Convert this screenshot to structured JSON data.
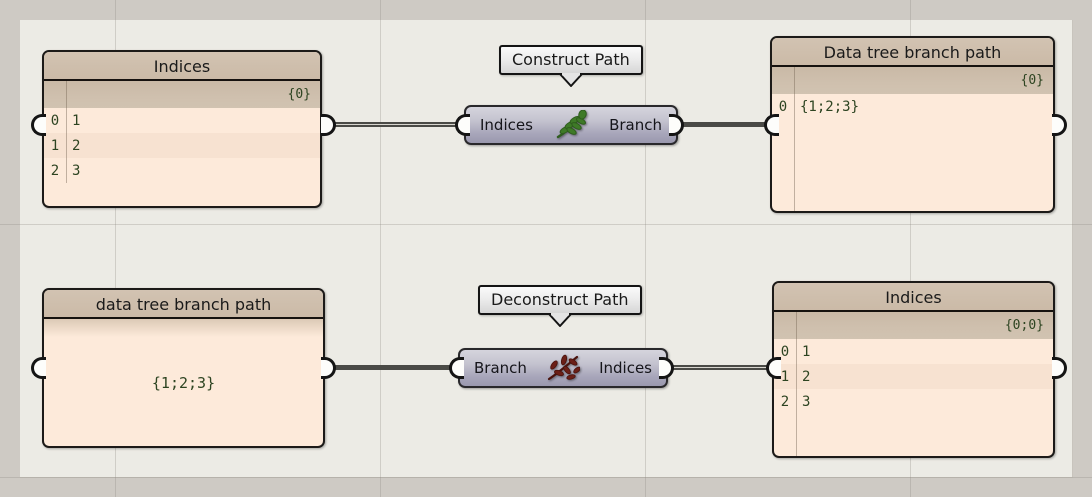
{
  "canvas": {
    "app": "grasshopper-node-canvas",
    "background_outer": "#cecac4",
    "background_inner": "#ecebe5",
    "grid_color": "#8c8880"
  },
  "callouts": [
    {
      "name": "construct-path",
      "label": "Construct Path"
    },
    {
      "name": "deconstruct-path",
      "label": "Deconstruct Path"
    }
  ],
  "components": [
    {
      "name": "construct-path",
      "input_label": "Indices",
      "output_label": "Branch",
      "icon": "green-branch-icon",
      "icon_color": "#2f5d1e"
    },
    {
      "name": "deconstruct-path",
      "input_label": "Branch",
      "output_label": "Indices",
      "icon": "red-scattered-leaves-icon",
      "icon_color": "#6b1f17"
    }
  ],
  "panels": [
    {
      "name": "indices-input-panel",
      "title": "Indices",
      "layout": "table",
      "path": "{0}",
      "rows": [
        {
          "index": "0",
          "value": "1"
        },
        {
          "index": "1",
          "value": "2"
        },
        {
          "index": "2",
          "value": "3"
        }
      ]
    },
    {
      "name": "data-tree-branch-path-output-panel",
      "title": "Data tree branch path",
      "layout": "table",
      "path": "{0}",
      "rows": [
        {
          "index": "0",
          "value": "{1;2;3}"
        }
      ]
    },
    {
      "name": "data-tree-branch-path-input-panel",
      "title": "data tree branch path",
      "layout": "centered",
      "text": "{1;2;3}"
    },
    {
      "name": "indices-output-panel",
      "title": "Indices",
      "layout": "table",
      "path": "{0;0}",
      "rows": [
        {
          "index": "0",
          "value": "1"
        },
        {
          "index": "1",
          "value": "2"
        },
        {
          "index": "2",
          "value": "3"
        }
      ]
    }
  ]
}
